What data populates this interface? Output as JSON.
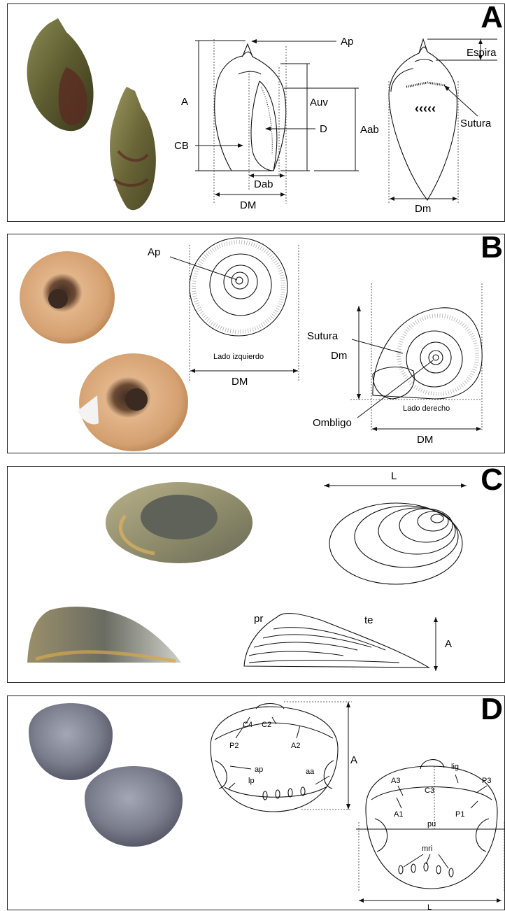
{
  "panel_a": {
    "letter": "A",
    "labels": {
      "ap": "Ap",
      "a": "A",
      "auv": "Auv",
      "aab": "Aab",
      "d": "D",
      "cb": "CB",
      "dab": "Dab",
      "dm_upper": "DM",
      "espira": "Espira",
      "sutura": "Sutura",
      "dm_lower": "Dm"
    }
  },
  "panel_b": {
    "letter": "B",
    "labels": {
      "ap": "Ap",
      "lado_izq": "Lado izquierdo",
      "dm_upper": "DM",
      "sutura": "Sutura",
      "dm_lower": "Dm",
      "ombligo": "Ombligo",
      "lado_der": "Lado derecho",
      "dm_upper2": "DM"
    }
  },
  "panel_c": {
    "letter": "C",
    "labels": {
      "l": "L",
      "pr": "pr",
      "te": "te",
      "a": "A"
    }
  },
  "panel_d": {
    "letter": "D",
    "labels": {
      "c4": "C4",
      "c2": "C2",
      "p2": "P2",
      "a2": "A2",
      "a": "A",
      "ap": "ap",
      "aa": "aa",
      "lp": "lp",
      "a3": "A3",
      "lig": "lig",
      "p3": "P3",
      "c3": "C3",
      "a1": "A1",
      "p1": "P1",
      "pu": "pu",
      "mri": "mri",
      "l": "L"
    }
  },
  "colors": {
    "frame": "#222222",
    "snail_olive": "#6b6a3c",
    "snail_dark": "#3d3a22",
    "ramshorn": "#d9a874",
    "limpet": "#8d8a6a",
    "clam": "#7a7d8a"
  }
}
